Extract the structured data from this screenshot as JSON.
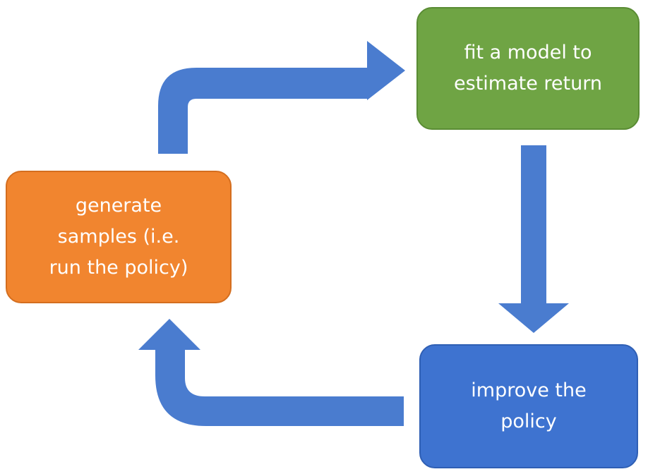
{
  "nodes": {
    "generate": {
      "label_lines": [
        "generate",
        "samples (i.e.",
        "run the policy)"
      ],
      "color": "#f1852f"
    },
    "fit": {
      "label_lines": [
        "fit a model to",
        "estimate return"
      ],
      "color": "#6fa444"
    },
    "improve": {
      "label_lines": [
        "improve the",
        "policy"
      ],
      "color": "#3e73d0"
    }
  },
  "arrow_color": "#4a7ccf"
}
